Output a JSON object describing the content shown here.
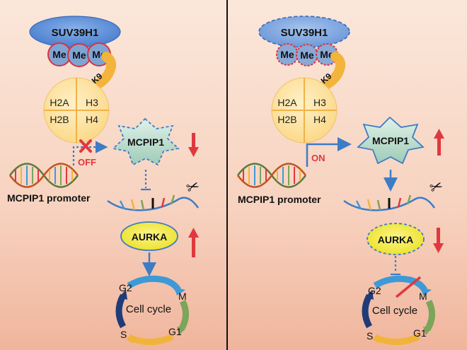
{
  "panels": [
    {
      "enzyme": "SUV39H1",
      "methyl": [
        "Me",
        "Me",
        "Me"
      ],
      "residue": "K9",
      "histones": [
        "H2A",
        "H3",
        "H2B",
        "H4"
      ],
      "switch_label": "OFF",
      "mcpip1": "MCPIP1",
      "promoter": "MCPIP1 promoter",
      "aurka": "AURKA",
      "cycle_title": "Cell cycle",
      "phases": [
        "G2",
        "M",
        "G1",
        "S"
      ]
    },
    {
      "enzyme": "SUV39H1",
      "methyl": [
        "Me",
        "Me",
        "Me"
      ],
      "residue": "K9",
      "histones": [
        "H2A",
        "H3",
        "H2B",
        "H4"
      ],
      "switch_label": "ON",
      "mcpip1": "MCPIP1",
      "promoter": "MCPIP1 promoter",
      "aurka": "AURKA",
      "cycle_title": "Cell cycle",
      "phases": [
        "G2",
        "M",
        "G1",
        "S"
      ]
    }
  ],
  "colors": {
    "background_top": "#fbe6d9",
    "background_bottom": "#f2b9a0",
    "enzyme_fill": "#5b8ed6",
    "methyl_fill": "#7fa4d4",
    "methyl_ring": "#d9343f",
    "histone_fill": "#fde6a7",
    "histone_line": "#f0b24a",
    "tail": "#f3b43c",
    "mcpip1_fill": "#cfe9dd",
    "arrow_red": "#e0383e",
    "arrow_blue": "#3e7cc6",
    "aurka_fill": "#f7ee3a",
    "cycle_blue": "#3e9ad6",
    "cycle_green": "#7aa55a",
    "cycle_yellow": "#f0b43c",
    "cycle_navy": "#1f3c78"
  },
  "icons": [
    "scissors-icon",
    "dna-double-helix-icon",
    "up-arrow-icon",
    "down-arrow-icon",
    "cross-mark-icon"
  ]
}
